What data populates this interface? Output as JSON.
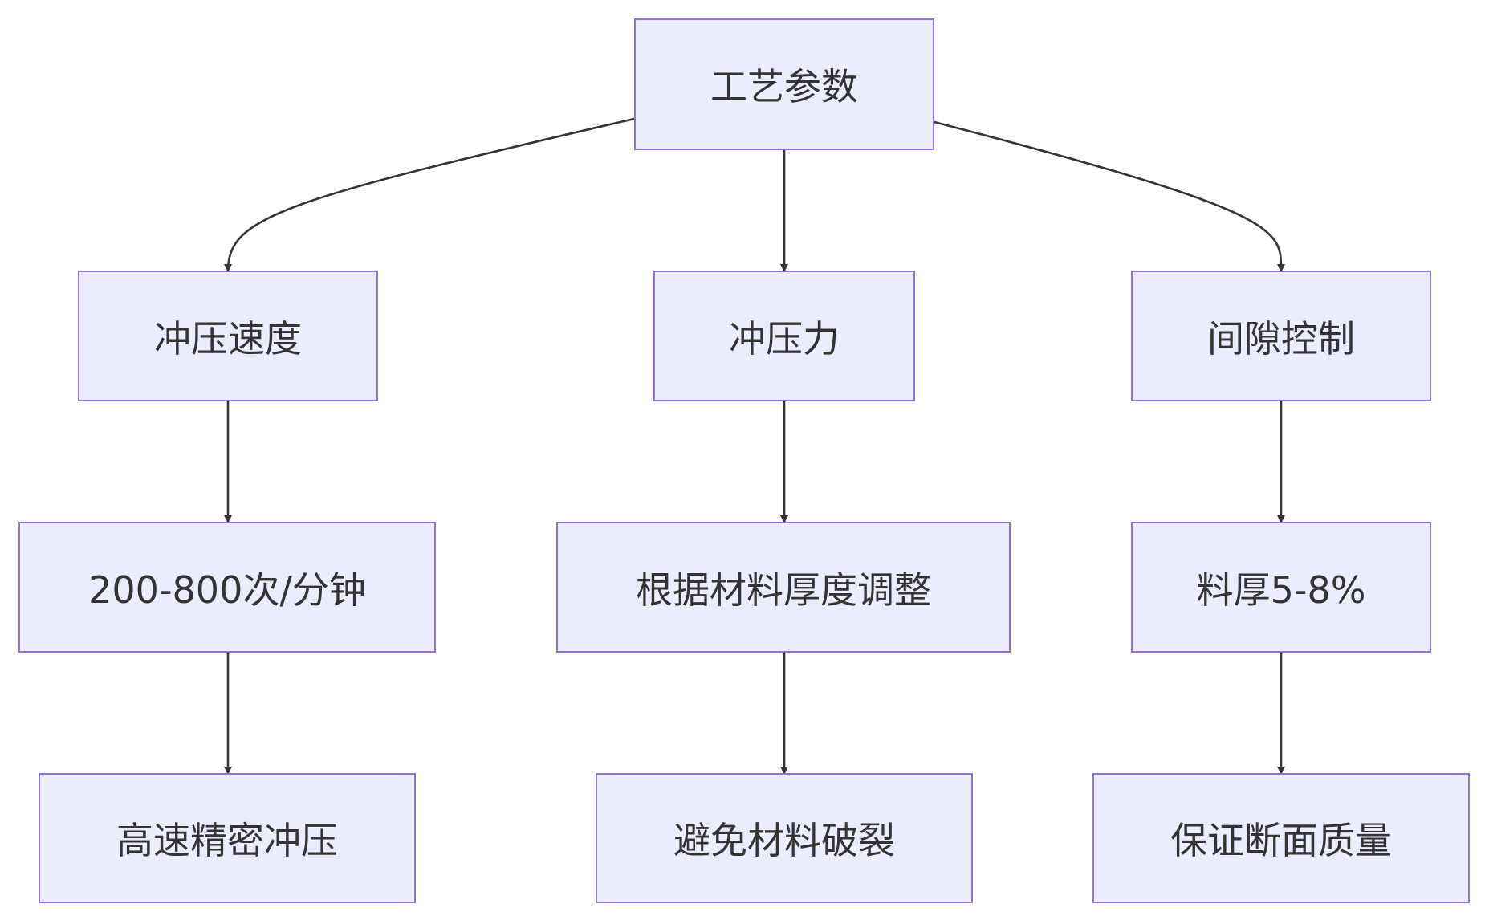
{
  "diagram": {
    "type": "flowchart",
    "direction": "top-down",
    "colors": {
      "node_fill": "#ececff",
      "node_border": "#9370db",
      "text": "#333333",
      "edge": "#333333",
      "background": "#ffffff"
    },
    "nodes": {
      "root": "工艺参数",
      "speed": "冲压速度",
      "force": "冲压力",
      "gap": "间隙控制",
      "speed_value": "200-800次/分钟",
      "force_value": "根据材料厚度调整",
      "gap_value": "料厚5-8%",
      "speed_goal": "高速精密冲压",
      "force_goal": "避免材料破裂",
      "gap_goal": "保证断面质量"
    },
    "edges": [
      {
        "from": "root",
        "to": "speed"
      },
      {
        "from": "root",
        "to": "force"
      },
      {
        "from": "root",
        "to": "gap"
      },
      {
        "from": "speed",
        "to": "speed_value"
      },
      {
        "from": "force",
        "to": "force_value"
      },
      {
        "from": "gap",
        "to": "gap_value"
      },
      {
        "from": "speed_value",
        "to": "speed_goal"
      },
      {
        "from": "force_value",
        "to": "force_goal"
      },
      {
        "from": "gap_value",
        "to": "gap_goal"
      }
    ]
  }
}
